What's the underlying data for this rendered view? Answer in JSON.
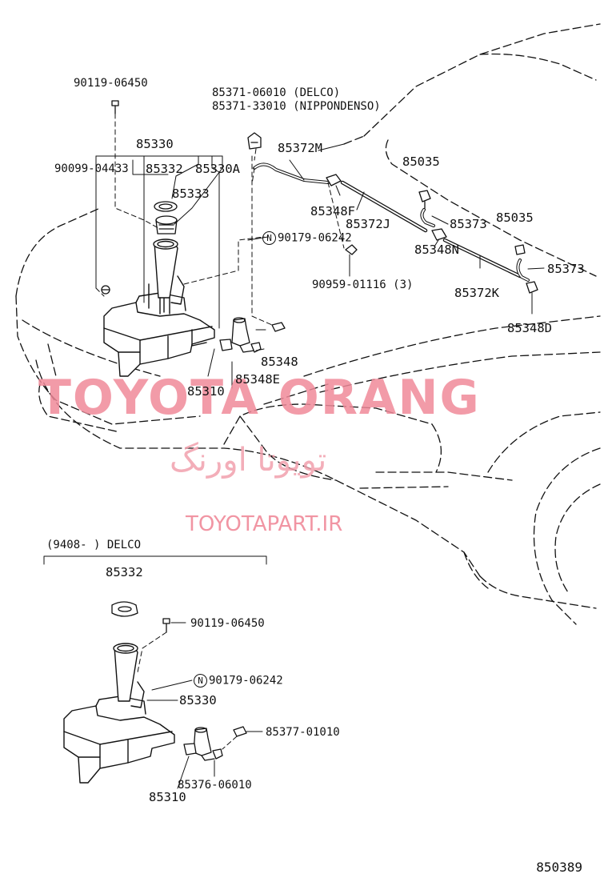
{
  "diagram": {
    "figure_number": "850389",
    "watermark": {
      "brand": "TOYOTA ORANG",
      "persian": "تویوتا اورنگ",
      "site": "TOYOTAPART.IR"
    },
    "main_labels": {
      "p1": "90119-06450",
      "p2": "85330",
      "p3": "90099-04433",
      "p4": "85332",
      "p5": "85330A",
      "p6": "85333",
      "p7": "85371-06010 (DELCO)",
      "p8": "85371-33010 (NIPPONDENSO)",
      "p9": "85372M",
      "p10": "85035",
      "p11": "85348F",
      "p12": "85372J",
      "p13": "85373",
      "p14": "85035",
      "p15": "90179-06242",
      "p16": "85348N",
      "p17": "85373",
      "p18": "90959-01116 (3)",
      "p19": "85372K",
      "p20": "85348D",
      "p21": "85348",
      "p22": "85348E",
      "p23": "85310"
    },
    "inset": {
      "heading": "(9408-      ) DELCO",
      "labels": {
        "q1": "85332",
        "q2": "90119-06450",
        "q3": "90179-06242",
        "q4": "85330",
        "q5": "85377-01010",
        "q6": "85376-06010",
        "q7": "85310"
      }
    },
    "circle_mark": "N"
  }
}
